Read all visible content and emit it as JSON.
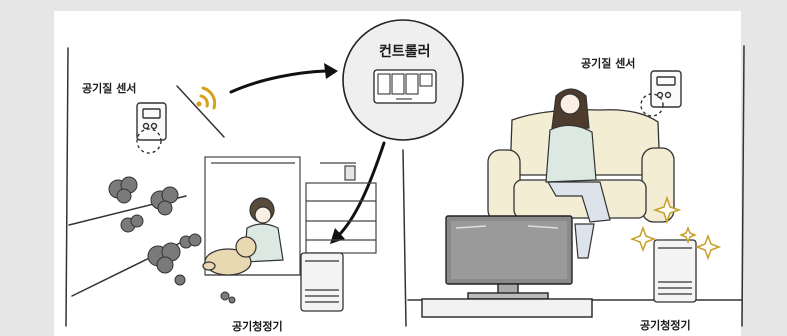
{
  "labels": {
    "sensor_left": "공기질 센서",
    "sensor_right": "공기질 센서",
    "controller": "컨트롤러",
    "purifier_left": "공기청정기",
    "purifier_right": "공기청정기"
  }
}
